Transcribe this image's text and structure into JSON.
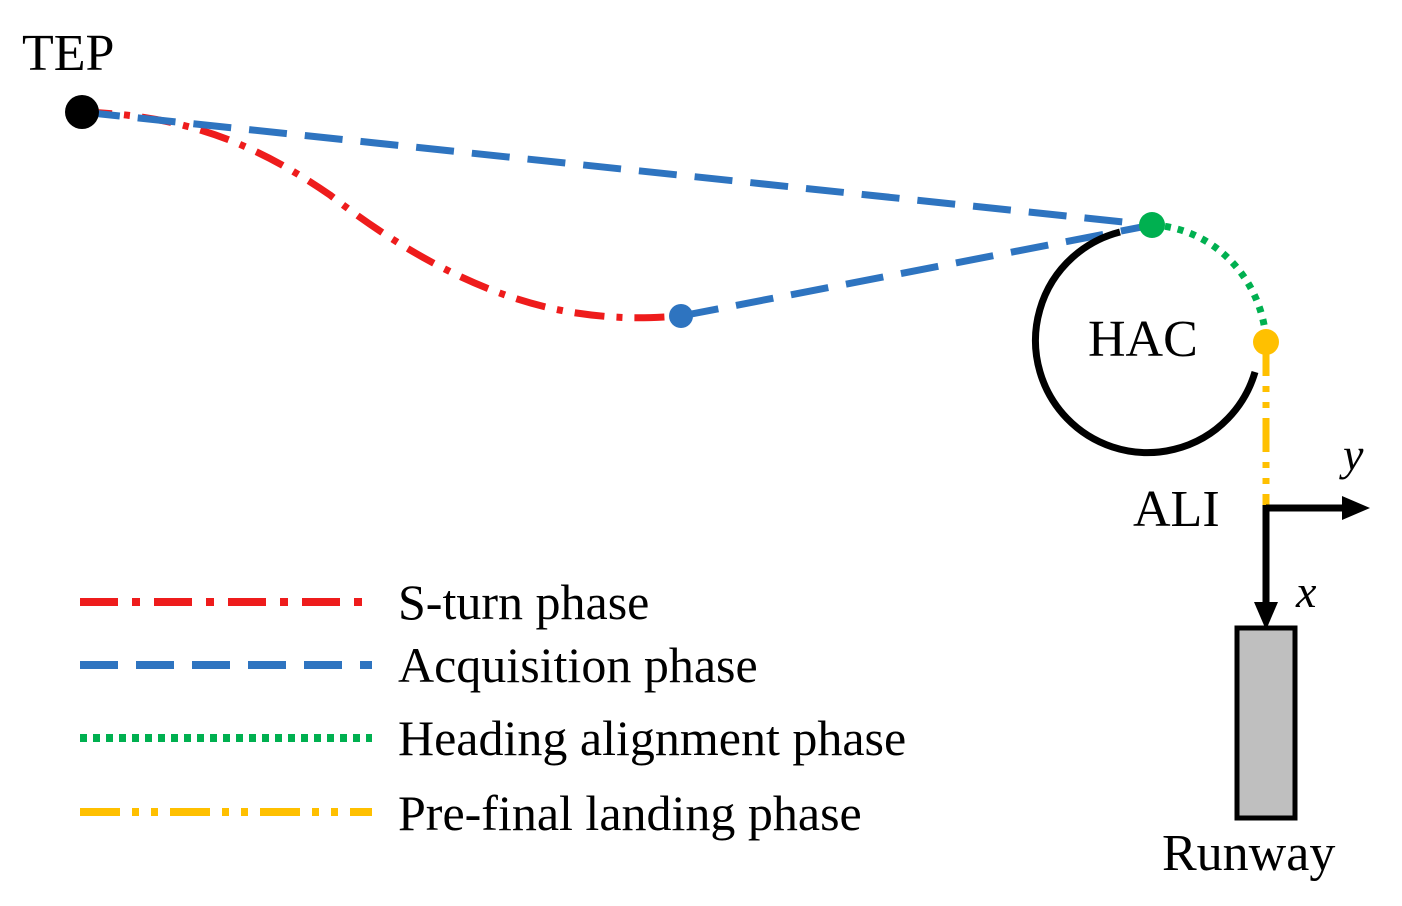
{
  "labels": {
    "tep": "TEP",
    "hac": "HAC",
    "ali": "ALI",
    "runway": "Runway",
    "axis_x": "x",
    "axis_y": "y"
  },
  "legend": [
    {
      "label": "S-turn phase",
      "color": "#ee1c1c",
      "style": "dash-dot"
    },
    {
      "label": "Acquisition phase",
      "color": "#2e74c0",
      "style": "dashed"
    },
    {
      "label": "Heading alignment phase",
      "color": "#00b050",
      "style": "dotted"
    },
    {
      "label": "Pre-final landing phase",
      "color": "#ffc000",
      "style": "dash-dot-dot"
    }
  ],
  "colors": {
    "s_turn": "#ee1c1c",
    "acquisition": "#2e74c0",
    "heading_alignment": "#00b050",
    "pre_final": "#ffc000",
    "hac_circle": "#000000",
    "tep_point": "#000000",
    "runway_fill": "#bfbfbf"
  }
}
